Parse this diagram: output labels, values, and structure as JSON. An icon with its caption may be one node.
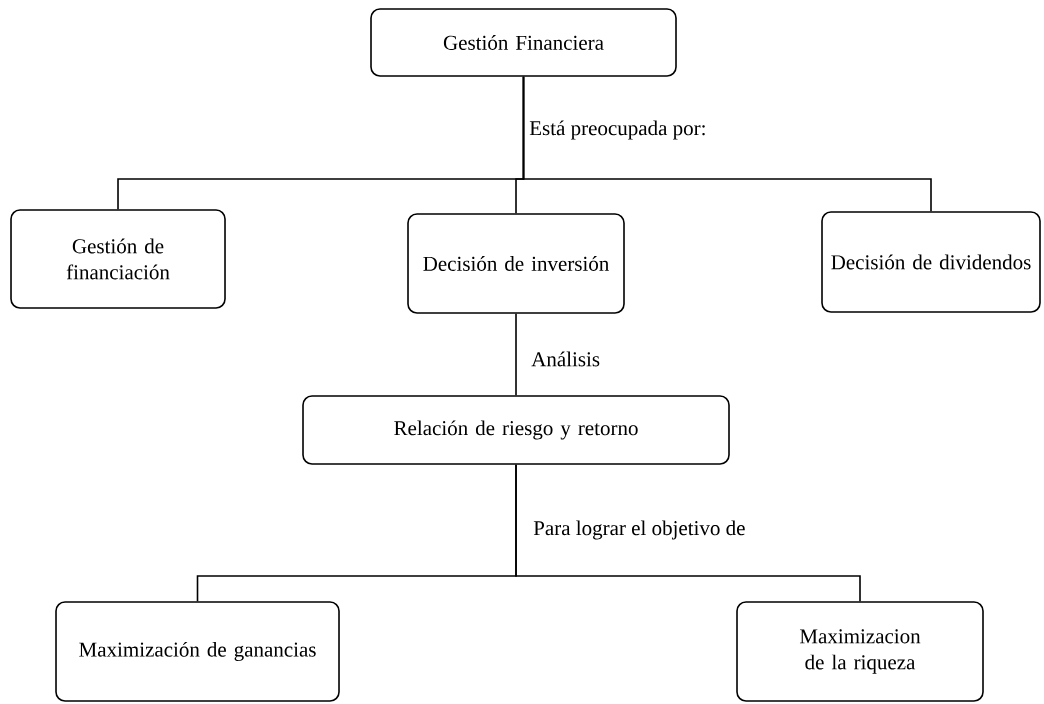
{
  "diagram": {
    "nodes": [
      {
        "text": [
          "Gestión Financiera"
        ]
      },
      {
        "text": [
          "Gestión de financiación"
        ]
      },
      {
        "text": [
          "Decisión de inversión"
        ]
      },
      {
        "text": [
          "Decisión de dividendos"
        ]
      },
      {
        "text": [
          "Relación de riesgo y retorno"
        ]
      },
      {
        "text": [
          "Maximización de ganancias"
        ]
      },
      {
        "text": [
          "Maximizacion de la riqueza"
        ]
      }
    ],
    "edges": [
      {
        "from": 0,
        "to": 1,
        "arrow": "none"
      },
      {
        "from": 0,
        "to": 2,
        "arrow": "none",
        "label": "Está preocupada por:"
      },
      {
        "from": 0,
        "to": 3,
        "arrow": "none"
      },
      {
        "from": 2,
        "to": 4,
        "arrow": "none",
        "label": "Análisis"
      },
      {
        "from": 4,
        "to": 5,
        "arrow": "none",
        "label": "Para lograr el objetivo de"
      },
      {
        "from": 4,
        "to": 6,
        "arrow": "none"
      }
    ]
  }
}
